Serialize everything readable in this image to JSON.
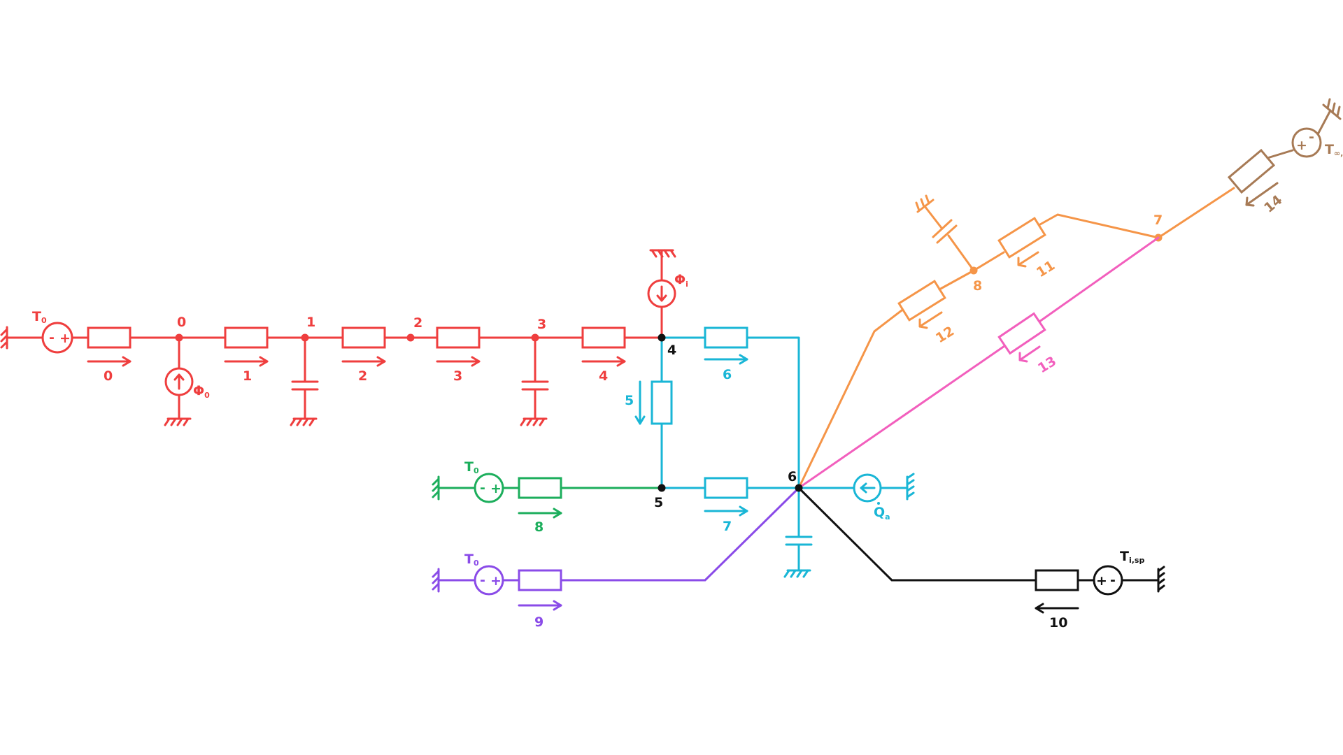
{
  "colors": {
    "red": "#ef3e3e",
    "cyan": "#19b6d6",
    "green": "#1cae5c",
    "violet": "#8a4be8",
    "orange": "#f59548",
    "pink": "#f25fbd",
    "brown": "#a77a55",
    "black": "#111111"
  },
  "nodes": {
    "n0": "0",
    "n1": "1",
    "n2": "2",
    "n3": "3",
    "n4": "4",
    "n5": "5",
    "n6": "6",
    "n7": "7",
    "n8": "8"
  },
  "branches": {
    "b0": "0",
    "b1": "1",
    "b2": "2",
    "b3": "3",
    "b4": "4",
    "b5": "5",
    "b6": "6",
    "b7": "7",
    "b8": "8",
    "b9": "9",
    "b10": "10",
    "b11": "11",
    "b12": "12",
    "b13": "13",
    "b14": "14"
  },
  "sources": {
    "t0_red": {
      "main": "T",
      "sub": "0"
    },
    "phi0": {
      "main": "Φ",
      "sub": "0"
    },
    "phii": {
      "main": "Φ",
      "sub": "i"
    },
    "t0_green": {
      "main": "T",
      "sub": "0"
    },
    "t0_violet": {
      "main": "T",
      "sub": "0"
    },
    "qa": {
      "main": "Q",
      "sub": "a"
    },
    "tisp": {
      "main": "T",
      "sub": "i,sp"
    },
    "tinf": {
      "main": "T",
      "sub": "∞,sp"
    }
  },
  "signs": {
    "plus": "+",
    "minus": "-"
  }
}
